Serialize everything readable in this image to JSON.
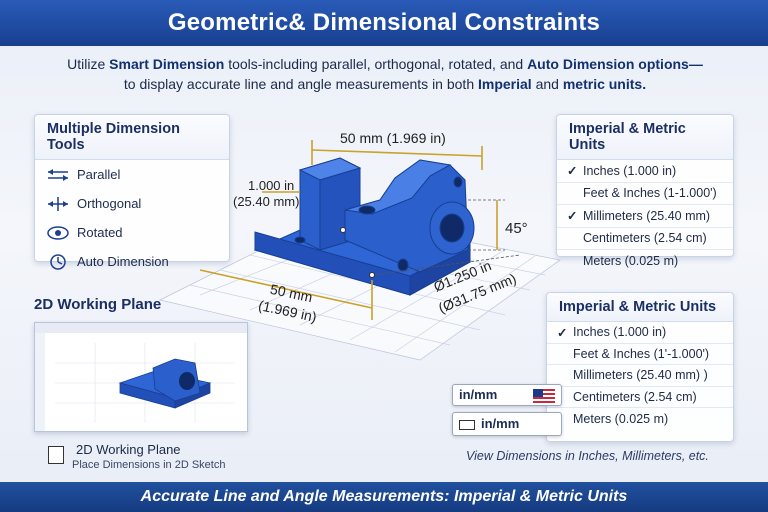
{
  "header": {
    "title": "Geometric& Dimensional Constraints"
  },
  "subtitle": {
    "line1_a": "Utilize ",
    "line1_b": "Smart Dimension",
    "line1_c": " tools-including parallel, orthogonal, rotated, and ",
    "line1_d": "Auto Dimension options—",
    "line2_a": "to display accurate line and angle measurements in both ",
    "line2_b": "Imperial",
    "line2_c": " and ",
    "line2_d": "metric units."
  },
  "tools_panel": {
    "title": "Multiple Dimension Tools",
    "items": [
      {
        "label": "Parallel",
        "icon": "parallel-arrows-icon"
      },
      {
        "label": "Orthogonal",
        "icon": "orthogonal-arrows-icon"
      },
      {
        "label": "Rotated",
        "icon": "eye-rotate-icon"
      },
      {
        "label": "Auto Dimension",
        "icon": "auto-dimension-icon"
      }
    ]
  },
  "units_panel_1": {
    "title": "Imperial & Metric Units",
    "items": [
      {
        "label": "Inches (1.000 in)",
        "checked": "✓"
      },
      {
        "label": "Feet & Inches (1-1.000')",
        "checked": ""
      },
      {
        "label": "Millimeters (25.40 mm)",
        "checked": "✓"
      },
      {
        "label": "Centimeters (2.54 cm)",
        "checked": ""
      },
      {
        "label": "Meters (0.025 m)",
        "checked": ""
      }
    ]
  },
  "units_panel_2": {
    "title": "Imperial & Metric Units",
    "items": [
      {
        "label": "Inches (1.000 in)",
        "checked": "✓"
      },
      {
        "label": "Feet & Inches (1'-1.000')",
        "checked": ""
      },
      {
        "label": "Millimeters (25.40 mm) )",
        "checked": ""
      },
      {
        "label": "Centimeters (2.54 cm)",
        "checked": ""
      },
      {
        "label": "Meters (0.025 m)",
        "checked": ""
      }
    ]
  },
  "cad_dims": {
    "top_width": "50 mm (1.969 in)",
    "height_in": "1.000 in",
    "height_mm": "(25.40 mm)",
    "angle": "45°",
    "bottom_mm": "50 mm",
    "bottom_in": "(1.969 in)",
    "dia_in": "Ø1.250 in",
    "dia_mm": "(Ø31.75 mm)"
  },
  "working_plane": {
    "title": "2D Working Plane",
    "caption": "2D Working Plane",
    "subcaption": "Place Dimensions in 2D Sketch"
  },
  "unit_chips": {
    "chip1": "in/mm",
    "chip2": "in/mm"
  },
  "note": "View Dimensions in Inches, Millimeters, etc.",
  "footer": "Accurate Line and Angle Measurements: Imperial & Metric Units",
  "colors": {
    "header": "#1f4ea3",
    "part_blue": "#2a5fd0",
    "dim_gold": "#c9a227"
  }
}
